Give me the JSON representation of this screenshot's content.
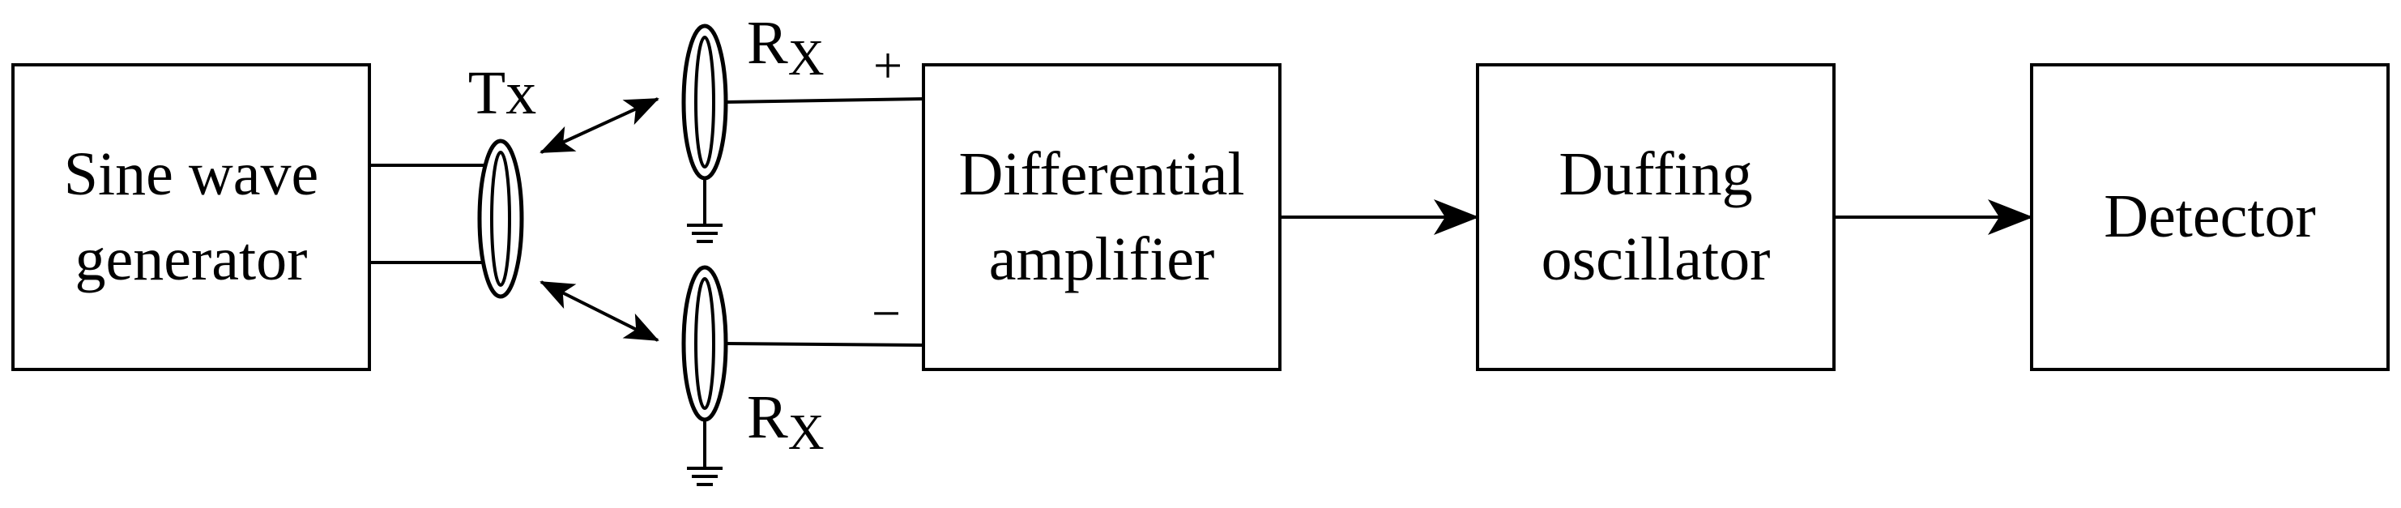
{
  "blocks": {
    "sine_wave_generator": {
      "line1": "Sine wave",
      "line2": "generator"
    },
    "differential_amplifier": {
      "line1": "Differential",
      "line2": "amplifier"
    },
    "duffing_oscillator": {
      "line1": "Duffing",
      "line2": "oscillator"
    },
    "detector": {
      "line1": "Detector"
    }
  },
  "labels": {
    "transmitter": "Tx",
    "receiver_top_main": "R",
    "receiver_top_sub": "X",
    "receiver_bottom_main": "R",
    "receiver_bottom_sub": "X",
    "plus_sign": "+",
    "minus_sign": "−"
  },
  "colors": {
    "stroke": "#000000",
    "background": "#ffffff"
  }
}
